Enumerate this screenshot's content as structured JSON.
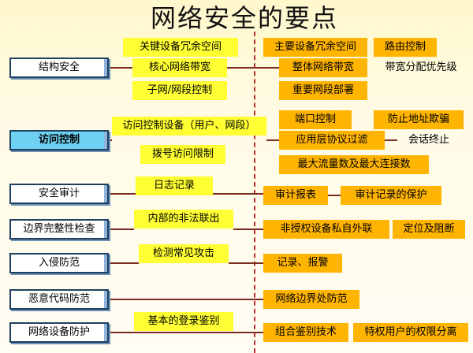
{
  "title": "网络安全的要点",
  "categories": [
    "结构安全",
    "访问控制",
    "安全审计",
    "边界完整性检查",
    "入侵防范",
    "恶意代码防范",
    "网络设备防护"
  ],
  "left_items": [
    "关键设备冗余空间",
    "核心网络带宽",
    "子网/网段控制",
    "访问控制设备（用户、网段）",
    "拨号访问限制",
    "日志记录",
    "内部的非法联出",
    "检测常见攻击",
    "基本的登录鉴别"
  ],
  "right_items": [
    "主要设备冗余空间",
    "路由控制",
    "整体网络带宽",
    "带宽分配优先级",
    "重要网段部署",
    "端口控制",
    "防止地址欺骗",
    "应用层协议过滤",
    "会话终止",
    "最大流量数及最大连接数",
    "审计报表",
    "审计记录的保护",
    "非授权设备私自外联",
    "定位及阻断",
    "记录、报警",
    "网络边界处防范",
    "组合鉴别技术",
    "特权用户的权限分离"
  ]
}
